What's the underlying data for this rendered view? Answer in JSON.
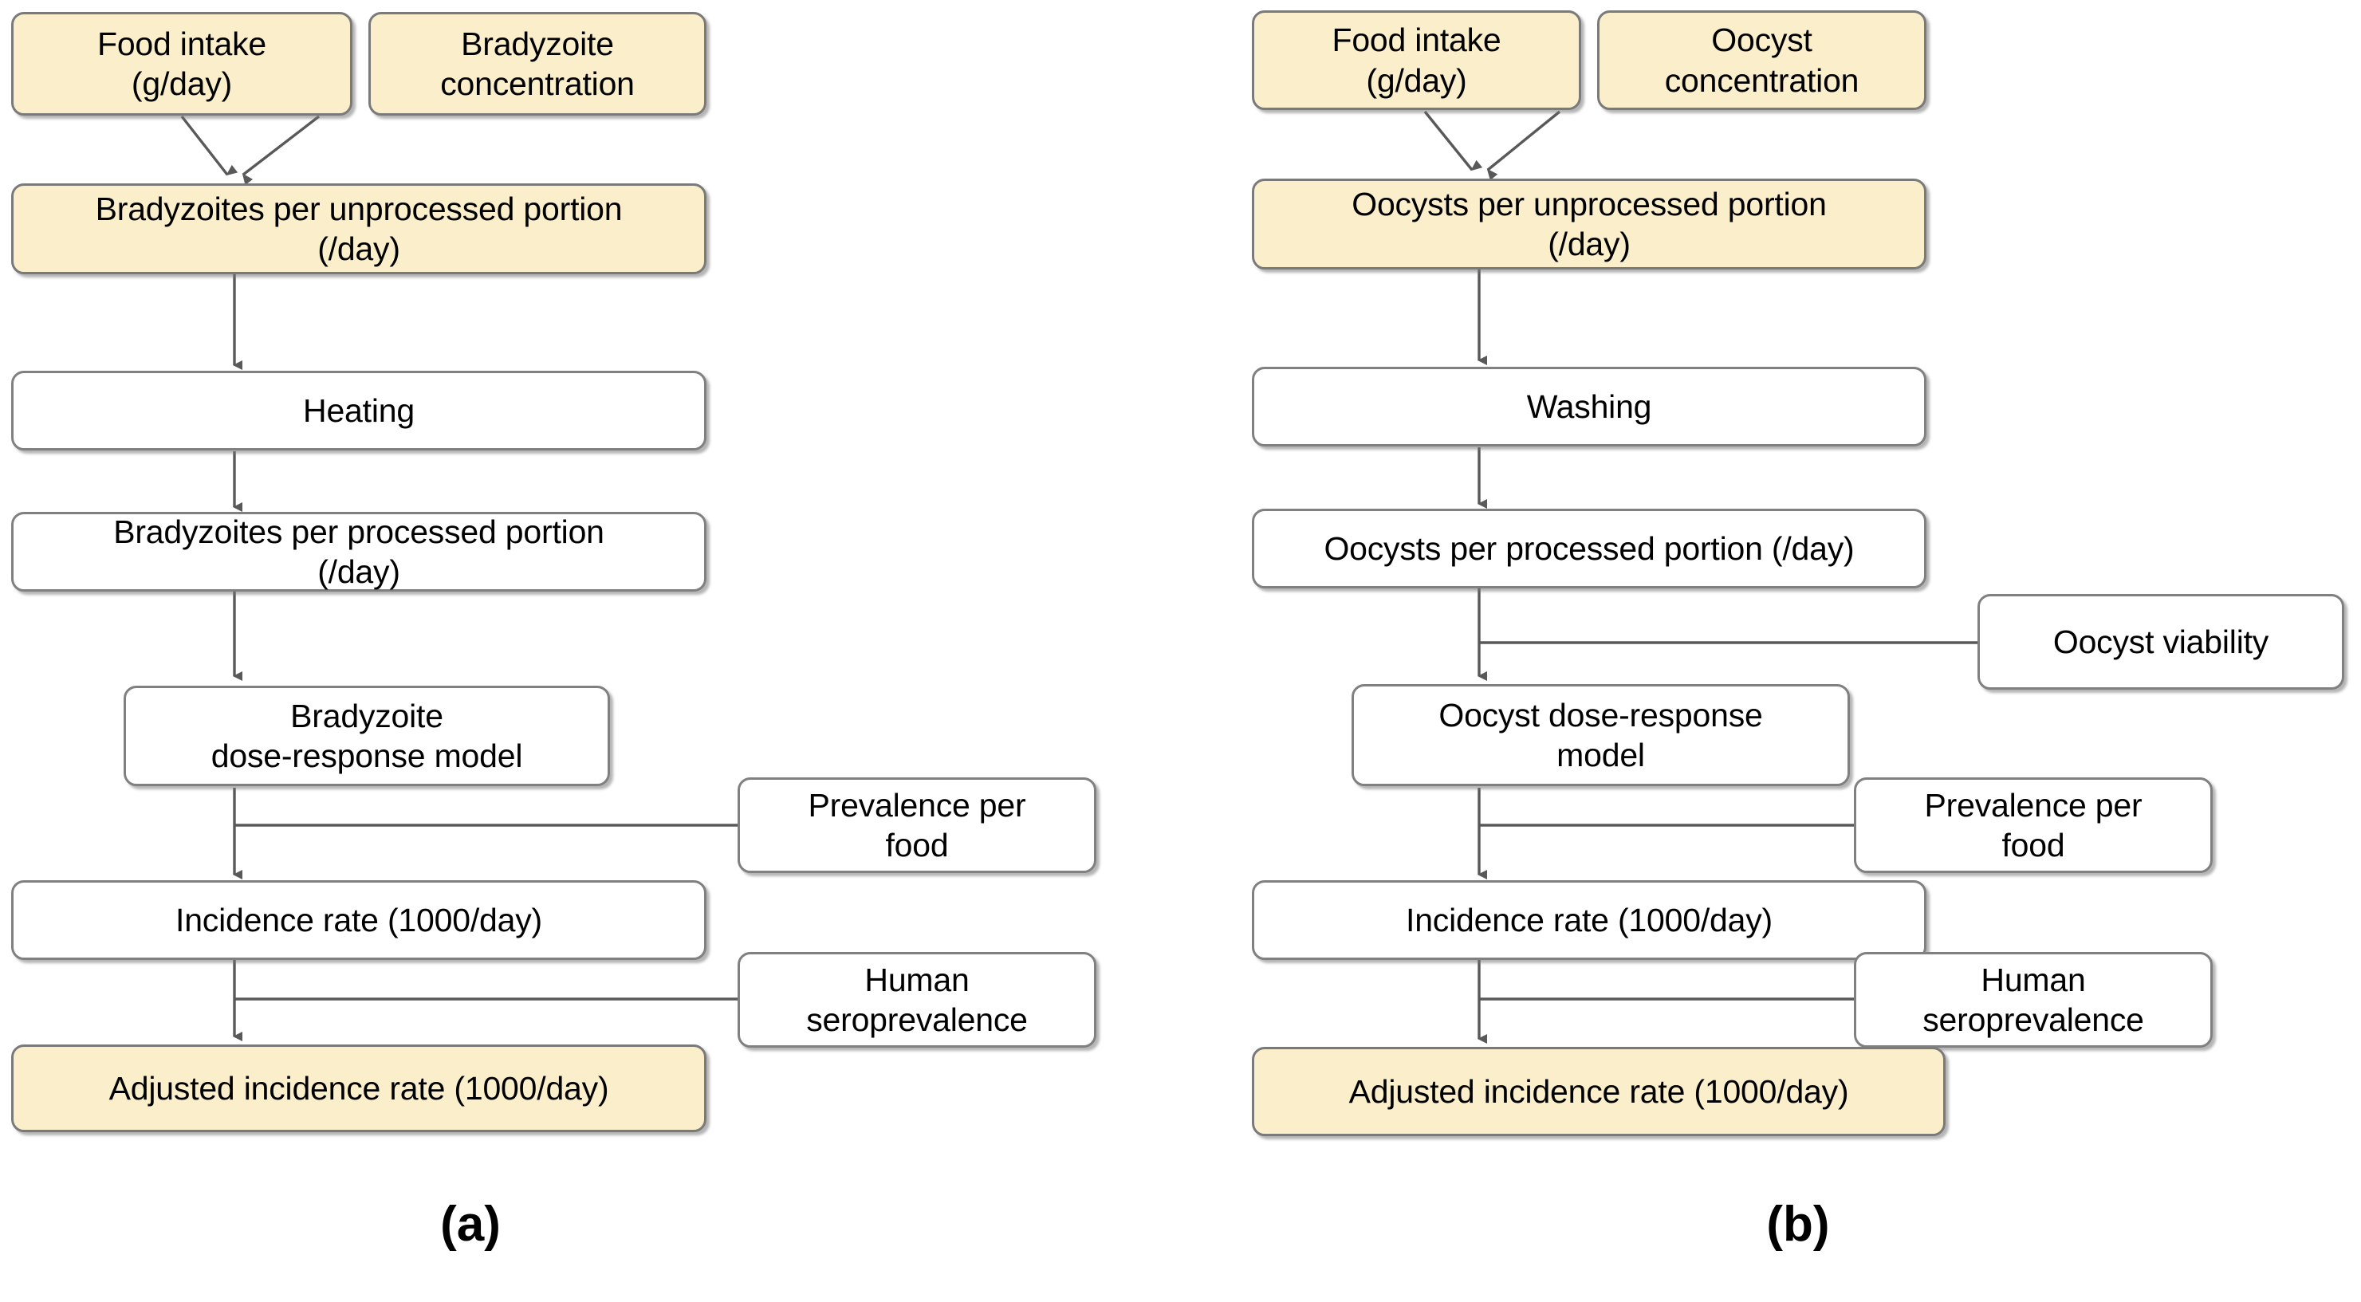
{
  "figure": {
    "type": "flowchart",
    "orientation": "two-panel",
    "background_color": "#ffffff",
    "highlight_fill": "#FAEECB",
    "node_border_color": "#808080",
    "connector_color": "#595959"
  },
  "panels": [
    {
      "id": "panel-a",
      "caption": "(a)",
      "nodes": [
        {
          "id": "a-food-intake",
          "label": "Food intake\n(g/day)",
          "style": "highlight"
        },
        {
          "id": "a-bradyzoite-conc",
          "label": "Bradyzoite\nconcentration",
          "style": "highlight"
        },
        {
          "id": "a-unprocessed",
          "label": "Bradyzoites per unprocessed portion\n(/day)",
          "style": "highlight"
        },
        {
          "id": "a-heating",
          "label": "Heating",
          "style": "plain"
        },
        {
          "id": "a-processed",
          "label": "Bradyzoites per processed portion\n(/day)",
          "style": "plain"
        },
        {
          "id": "a-dose-response",
          "label": "Bradyzoite\ndose-response model",
          "style": "plain"
        },
        {
          "id": "a-prevalence",
          "label": "Prevalence per\nfood",
          "style": "plain"
        },
        {
          "id": "a-incidence",
          "label": "Incidence rate (1000/day)",
          "style": "plain"
        },
        {
          "id": "a-seroprevalence",
          "label": "Human\nseroprevalence",
          "style": "plain"
        },
        {
          "id": "a-adjusted-incidence",
          "label": "Adjusted incidence rate (1000/day)",
          "style": "highlight"
        }
      ],
      "edges": [
        {
          "from": "a-food-intake",
          "to": "a-unprocessed",
          "kind": "diagonal-arrow"
        },
        {
          "from": "a-bradyzoite-conc",
          "to": "a-unprocessed",
          "kind": "diagonal-arrow"
        },
        {
          "from": "a-unprocessed",
          "to": "a-heating",
          "kind": "vertical-arrow"
        },
        {
          "from": "a-heating",
          "to": "a-processed",
          "kind": "vertical-arrow"
        },
        {
          "from": "a-processed",
          "to": "a-dose-response",
          "kind": "vertical-arrow"
        },
        {
          "from": "a-dose-response",
          "to": "a-incidence",
          "kind": "vertical-arrow"
        },
        {
          "from": "a-prevalence",
          "to": "a-incidence",
          "kind": "elbow-no-arrow"
        },
        {
          "from": "a-incidence",
          "to": "a-adjusted-incidence",
          "kind": "vertical-arrow"
        },
        {
          "from": "a-seroprevalence",
          "to": "a-adjusted-incidence",
          "kind": "elbow-no-arrow"
        }
      ]
    },
    {
      "id": "panel-b",
      "caption": "(b)",
      "nodes": [
        {
          "id": "b-food-intake",
          "label": "Food intake\n(g/day)",
          "style": "highlight"
        },
        {
          "id": "b-oocyst-conc",
          "label": "Oocyst\nconcentration",
          "style": "highlight"
        },
        {
          "id": "b-unprocessed",
          "label": "Oocysts per unprocessed portion\n(/day)",
          "style": "highlight"
        },
        {
          "id": "b-washing",
          "label": "Washing",
          "style": "plain"
        },
        {
          "id": "b-processed",
          "label": "Oocysts per processed portion (/day)",
          "style": "plain"
        },
        {
          "id": "b-viability",
          "label": "Oocyst viability",
          "style": "plain"
        },
        {
          "id": "b-dose-response",
          "label": "Oocyst dose-response\nmodel",
          "style": "plain"
        },
        {
          "id": "b-prevalence",
          "label": "Prevalence per\nfood",
          "style": "plain"
        },
        {
          "id": "b-incidence",
          "label": "Incidence rate (1000/day)",
          "style": "plain"
        },
        {
          "id": "b-seroprevalence",
          "label": "Human\nseroprevalence",
          "style": "plain"
        },
        {
          "id": "b-adjusted-incidence",
          "label": "Adjusted incidence rate (1000/day)",
          "style": "highlight"
        }
      ],
      "edges": [
        {
          "from": "b-food-intake",
          "to": "b-unprocessed",
          "kind": "diagonal-arrow"
        },
        {
          "from": "b-oocyst-conc",
          "to": "b-unprocessed",
          "kind": "diagonal-arrow"
        },
        {
          "from": "b-unprocessed",
          "to": "b-washing",
          "kind": "vertical-arrow"
        },
        {
          "from": "b-washing",
          "to": "b-processed",
          "kind": "vertical-arrow"
        },
        {
          "from": "b-processed",
          "to": "b-dose-response",
          "kind": "vertical-arrow"
        },
        {
          "from": "b-viability",
          "to": "b-dose-response",
          "kind": "elbow-no-arrow"
        },
        {
          "from": "b-dose-response",
          "to": "b-incidence",
          "kind": "vertical-arrow"
        },
        {
          "from": "b-prevalence",
          "to": "b-incidence",
          "kind": "elbow-no-arrow"
        },
        {
          "from": "b-incidence",
          "to": "b-adjusted-incidence",
          "kind": "vertical-arrow"
        },
        {
          "from": "b-seroprevalence",
          "to": "b-adjusted-incidence",
          "kind": "elbow-no-arrow"
        }
      ]
    }
  ]
}
